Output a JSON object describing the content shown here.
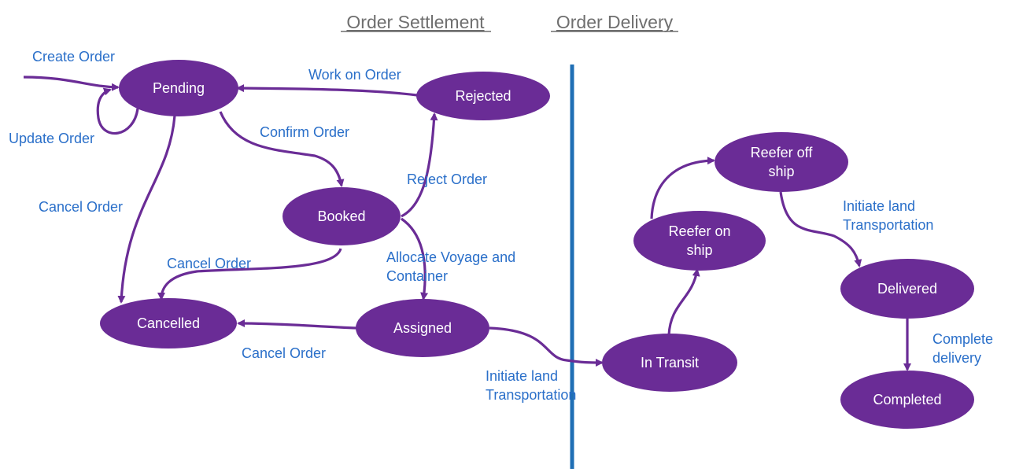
{
  "headers": {
    "settlement": "Order Settlement",
    "delivery": "Order Delivery"
  },
  "colors": {
    "node": "#6a2c96",
    "edge": "#6a2c96",
    "label": "#2a6fc9",
    "divider": "#1f6fb5",
    "header": "#6f6f6f"
  },
  "states": {
    "pending": "Pending",
    "rejected": "Rejected",
    "booked": "Booked",
    "cancelled": "Cancelled",
    "assigned": "Assigned",
    "in_transit": "In Transit",
    "reefer_on_ship": [
      "Reefer on",
      "ship"
    ],
    "reefer_off_ship": [
      "Reefer off",
      "ship"
    ],
    "delivered": "Delivered",
    "completed": "Completed"
  },
  "transitions": {
    "create_order": "Create Order",
    "update_order": "Update Order",
    "work_on_order": "Work on Order",
    "confirm_order": "Confirm Order",
    "reject_order": "Reject Order",
    "cancel_order_pending": "Cancel Order",
    "cancel_order_booked": "Cancel Order",
    "cancel_order_assigned": "Cancel Order",
    "allocate": [
      "Allocate Voyage and",
      "Container"
    ],
    "initiate_land_1": [
      "Initiate land",
      "Transportation"
    ],
    "initiate_land_2": [
      "Initiate land",
      "Transportation"
    ],
    "complete_delivery": [
      "Complete",
      "delivery"
    ]
  }
}
